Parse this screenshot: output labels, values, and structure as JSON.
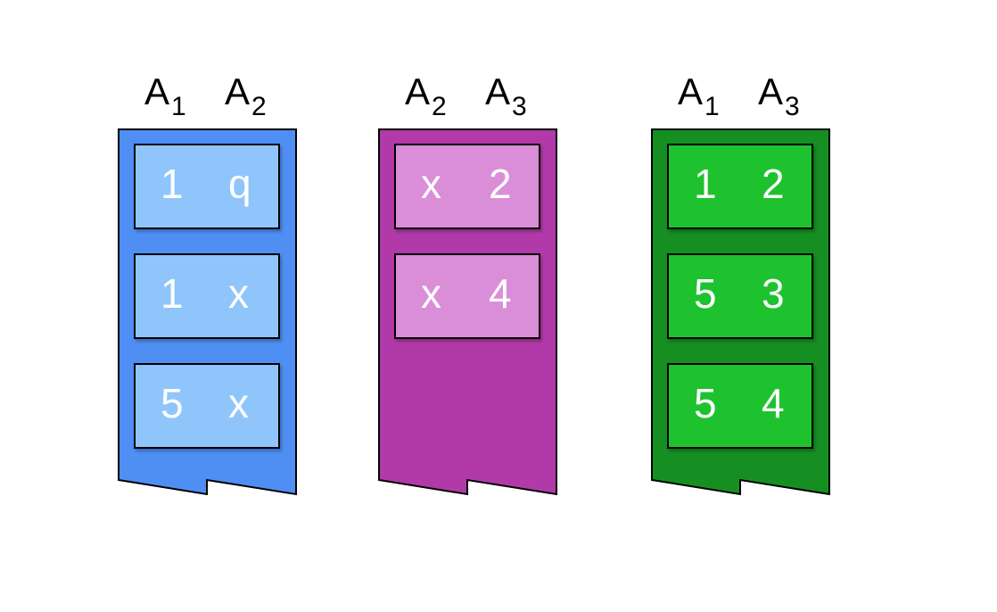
{
  "relations": [
    {
      "attributes": [
        {
          "name": "A",
          "sub": "1"
        },
        {
          "name": "A",
          "sub": "2"
        }
      ],
      "colors": {
        "fill": "#4f8ff4",
        "row": "#90c5fc"
      },
      "rows": [
        [
          "1",
          "q"
        ],
        [
          "1",
          "x"
        ],
        [
          "5",
          "x"
        ]
      ]
    },
    {
      "attributes": [
        {
          "name": "A",
          "sub": "2"
        },
        {
          "name": "A",
          "sub": "3"
        }
      ],
      "colors": {
        "fill": "#b13aa8",
        "row": "#da8ed8"
      },
      "rows": [
        [
          "x",
          "2"
        ],
        [
          "x",
          "4"
        ]
      ]
    },
    {
      "attributes": [
        {
          "name": "A",
          "sub": "1"
        },
        {
          "name": "A",
          "sub": "3"
        }
      ],
      "colors": {
        "fill": "#168f22",
        "row": "#1ec22e"
      },
      "rows": [
        [
          "1",
          "2"
        ],
        [
          "5",
          "3"
        ],
        [
          "5",
          "4"
        ]
      ]
    }
  ]
}
